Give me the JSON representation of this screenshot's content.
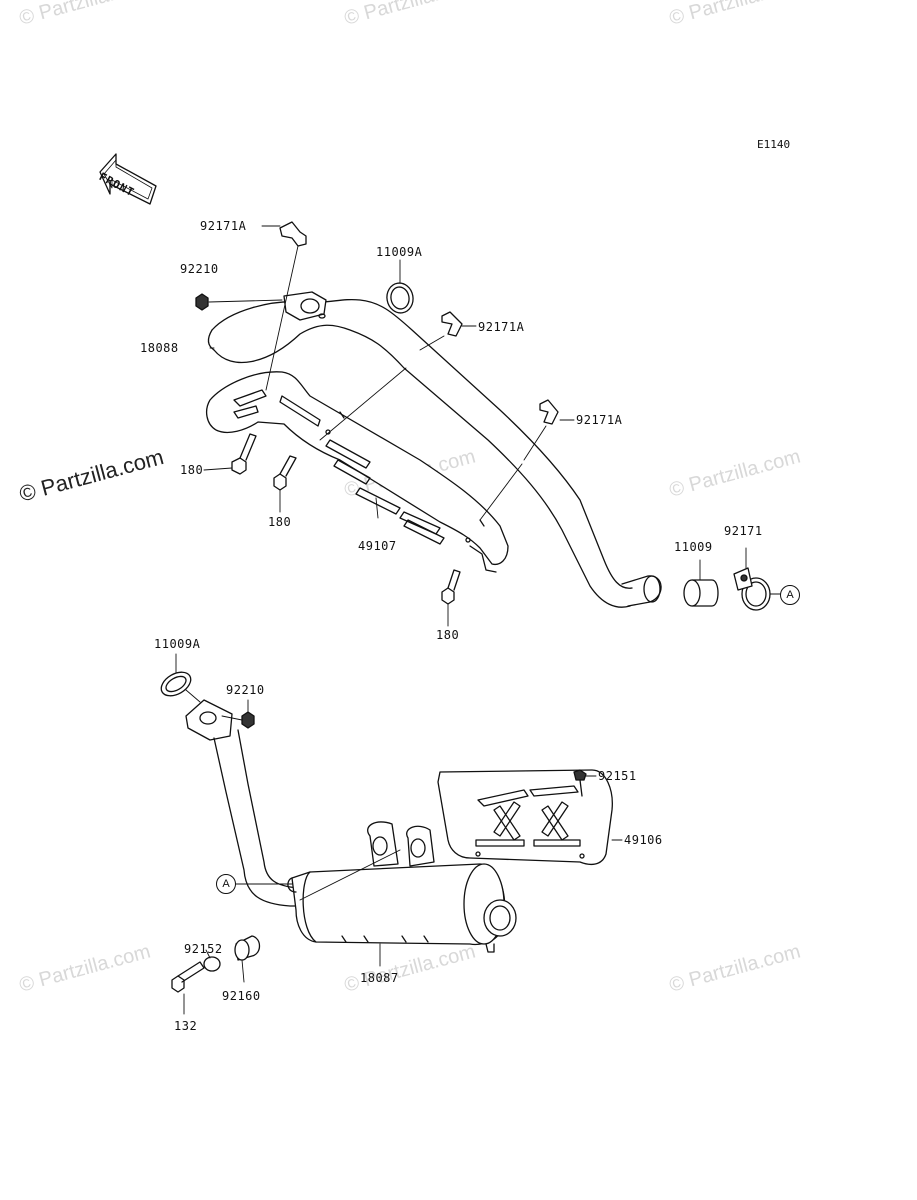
{
  "diagram_ref": "E1140",
  "front_label": "FRONT",
  "watermark_text": "© Partzilla.com",
  "callout_a": "A",
  "labels": {
    "p92171A_top": "92171A",
    "p92210_top": "92210",
    "p11009A_top": "11009A",
    "p92171A_mid": "92171A",
    "p18088": "18088",
    "p92171A_right": "92171A",
    "p180_left": "180",
    "p180_mid": "180",
    "p49107": "49107",
    "p180_bottom": "180",
    "p11009": "11009",
    "p92171": "92171",
    "p11009A_lower": "11009A",
    "p92210_lower": "92210",
    "p92151": "92151",
    "p49106": "49106",
    "p92152": "92152",
    "p92160": "92160",
    "p18087": "18087",
    "p132": "132"
  }
}
